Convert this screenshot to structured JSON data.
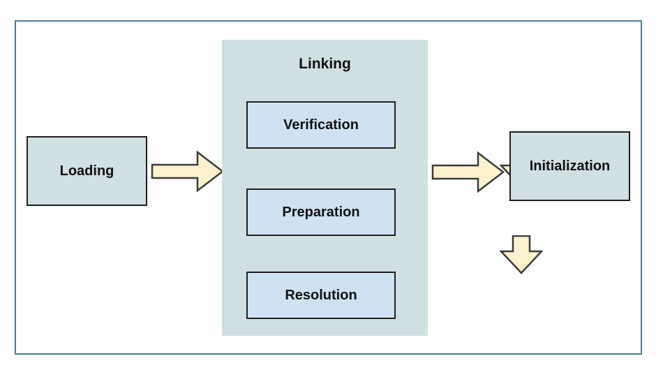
{
  "diagram": {
    "stages": {
      "loading": {
        "label": "Loading"
      },
      "linking": {
        "label": "Linking",
        "steps": [
          {
            "label": "Verification"
          },
          {
            "label": "Preparation"
          },
          {
            "label": "Resolution"
          }
        ]
      },
      "initialization": {
        "label": "Initialization"
      }
    },
    "icons": {
      "flow_arrows": [
        "arrow-right-icon",
        "arrow-down-icon",
        "arrow-down-icon",
        "arrow-right-icon"
      ]
    },
    "colors": {
      "frame_border": "#4e7c8c",
      "stage_fill": "#d0e0e3",
      "panel_fill": "#d0dfe2",
      "step_fill": "#cfe2f3",
      "box_border": "#1f1f1f",
      "arrow_fill": "#fbf1cd",
      "arrow_stroke": "#3c3c3c",
      "text": "#111111",
      "background": "#ffffff"
    }
  }
}
